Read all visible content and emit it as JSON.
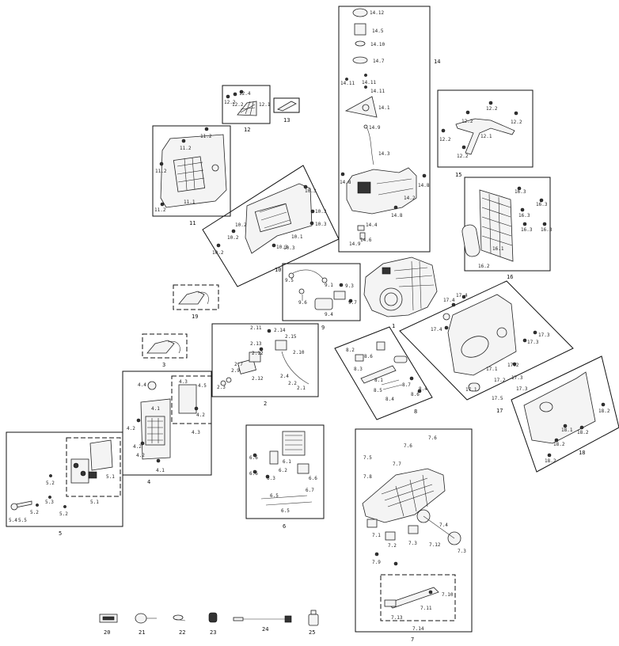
{
  "groups": [
    {
      "id": "1",
      "label": "1"
    },
    {
      "id": "2",
      "label": "2"
    },
    {
      "id": "3",
      "label": "3"
    },
    {
      "id": "4",
      "label": "4"
    },
    {
      "id": "5",
      "label": "5"
    },
    {
      "id": "6",
      "label": "6"
    },
    {
      "id": "7",
      "label": "7"
    },
    {
      "id": "8",
      "label": "8"
    },
    {
      "id": "9",
      "label": "9"
    },
    {
      "id": "10",
      "label": "10"
    },
    {
      "id": "11",
      "label": "11"
    },
    {
      "id": "12",
      "label": "12"
    },
    {
      "id": "13",
      "label": "13"
    },
    {
      "id": "14",
      "label": "14"
    },
    {
      "id": "15",
      "label": "15"
    },
    {
      "id": "16",
      "label": "16"
    },
    {
      "id": "17",
      "label": "17"
    },
    {
      "id": "18",
      "label": "18"
    },
    {
      "id": "19",
      "label": "19"
    }
  ],
  "accessories": [
    {
      "label": "20",
      "name": "battery-charger-icon"
    },
    {
      "label": "21",
      "name": "funnel-icon"
    },
    {
      "label": "22",
      "name": "spark-plug-wrench-icon"
    },
    {
      "label": "23",
      "name": "spark-plug-cap-icon"
    },
    {
      "label": "24",
      "name": "dc-cable-icon"
    },
    {
      "label": "25",
      "name": "oil-bottle-icon"
    }
  ],
  "labels": {
    "g14": [
      "14.12",
      "14.5",
      "14.10",
      "14.7",
      "14.11",
      "14.11",
      "14.11",
      "14.1",
      "14.9",
      "14.3",
      "14.8",
      "14.8",
      "14.2",
      "14.8",
      "14.4",
      "14.6",
      "14.9"
    ],
    "g12": [
      "12.2",
      "12.4",
      "12.2",
      "12.1"
    ],
    "g11": [
      "11.2",
      "11.2",
      "11.2",
      "11.1",
      "11.2"
    ],
    "g10": [
      "10.3",
      "10.3",
      "10.3",
      "10.2",
      "10.2",
      "10.3",
      "10.1",
      "10.3",
      "10.2"
    ],
    "g15": [
      "12.2",
      "12.2",
      "12.2",
      "12.2",
      "12.1",
      "12.2"
    ],
    "g16": [
      "16.3",
      "16.3",
      "16.3",
      "16.3",
      "16.3",
      "16.1",
      "16.2"
    ],
    "g17": [
      "17.4",
      "17.4",
      "17.4",
      "17.3",
      "17.3",
      "17.1",
      "17.1",
      "17.2",
      "17.2",
      "17.5",
      "17.3",
      "17.3"
    ],
    "g18": [
      "18.2",
      "18.1",
      "18.2",
      "18.2",
      "18.2"
    ],
    "g9": [
      "9.5",
      "9.1",
      "9.3",
      "9.6",
      "9.4",
      "9.7"
    ],
    "g8": [
      "8.2",
      "8.3",
      "8.6",
      "8.1",
      "8.5",
      "8.4",
      "8.7",
      "8.6",
      "8.4"
    ],
    "g2": [
      "2.11",
      "2.14",
      "2.15",
      "2.13",
      "2.12",
      "2.7",
      "2.9",
      "2.3",
      "2.12",
      "2.10",
      "2.4",
      "2.2",
      "2.1"
    ],
    "g4": [
      "4.4",
      "4.2",
      "4.1",
      "4.2",
      "4.3",
      "4.5",
      "4.2",
      "4.2",
      "4.1",
      "4.3"
    ],
    "g5": [
      "5.1",
      "5.1",
      "5.2",
      "5.3",
      "5.2",
      "5.4",
      "5.5",
      "5.2"
    ],
    "g6": [
      "6.1",
      "6.6",
      "6.6",
      "6.2",
      "6.3",
      "6.6",
      "6.7",
      "6.5",
      "6.5"
    ],
    "g7": [
      "7.6",
      "7.6",
      "7.7",
      "7.5",
      "7.8",
      "7.1",
      "7.2",
      "7.3",
      "7.4",
      "7.3",
      "7.12",
      "7.9",
      "7.10",
      "7.11",
      "7.13",
      "7.14"
    ]
  }
}
